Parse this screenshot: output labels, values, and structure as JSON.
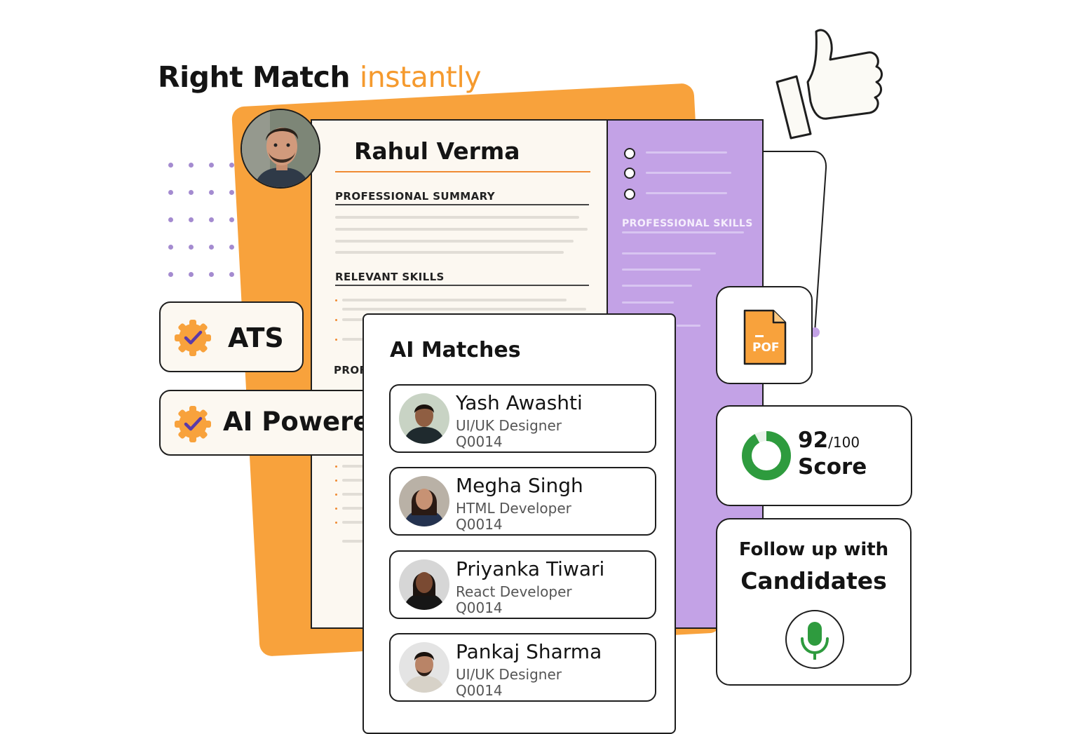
{
  "headline": {
    "part1": "Right Match",
    "part2": "instantly"
  },
  "resume": {
    "name": "Rahul Verma",
    "section_summary": "PROFESSIONAL SUMMARY",
    "section_skills": "RELEVANT SKILLS",
    "section_partial": "PROF",
    "section_pro_skills": "PROFESSIONAL SKILLS"
  },
  "badges": [
    {
      "label": "ATS",
      "icon": "verified-gear-icon"
    },
    {
      "label": "AI Powered",
      "icon": "verified-gear-icon"
    }
  ],
  "ai_matches": {
    "title": "AI Matches",
    "candidates": [
      {
        "name": "Yash Awashti",
        "role": "UI/UK Designer",
        "code": "Q0014"
      },
      {
        "name": "Megha Singh",
        "role": "HTML Developer",
        "code": "Q0014"
      },
      {
        "name": "Priyanka Tiwari",
        "role": "React Developer",
        "code": "Q0014"
      },
      {
        "name": "Pankaj  Sharma",
        "role": "UI/UK Designer",
        "code": "Q0014"
      }
    ]
  },
  "pdf_tile": {
    "icon": "pdf-file-icon",
    "label": "POF"
  },
  "score": {
    "value": "92",
    "out_of": "/100",
    "label": "Score",
    "fraction": 0.92
  },
  "follow_up": {
    "line1": "Follow up with",
    "line2": "Candidates",
    "icon": "microphone-icon"
  },
  "colors": {
    "orange": "#f8a23c",
    "purple": "#c3a2e6",
    "green": "#2e9b3e",
    "dot": "#a48bd0"
  }
}
